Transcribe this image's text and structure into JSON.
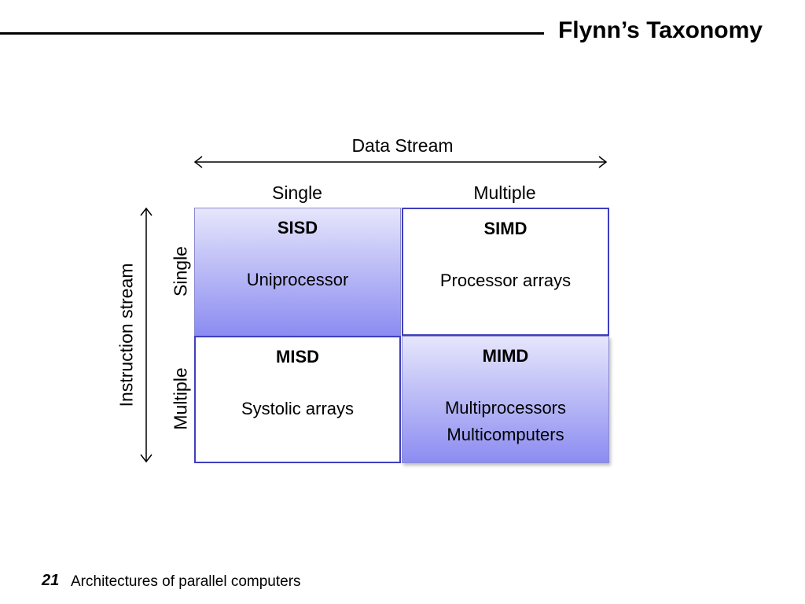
{
  "slide": {
    "title": "Flynn’s Taxonomy",
    "number": "21",
    "footer": "Architectures of parallel computers"
  },
  "axes": {
    "data_stream": {
      "label": "Data Stream",
      "single": "Single",
      "multiple": "Multiple"
    },
    "instruction_stream": {
      "label": "Instruction stream",
      "single": "Single",
      "multiple": "Multiple"
    }
  },
  "cells": {
    "sisd": {
      "code": "SISD",
      "desc_lines": [
        "Uniprocessor"
      ]
    },
    "simd": {
      "code": "SIMD",
      "desc_lines": [
        "Processor arrays"
      ]
    },
    "misd": {
      "code": "MISD",
      "desc_lines": [
        "Systolic arrays"
      ]
    },
    "mimd": {
      "code": "MIMD",
      "desc_lines": [
        "Multiprocessors",
        "Multicomputers"
      ]
    }
  },
  "colors": {
    "cell_border": "#3f3fbf",
    "shade_light": "#e6e6fc",
    "shade_dark": "#8c8cf2"
  }
}
